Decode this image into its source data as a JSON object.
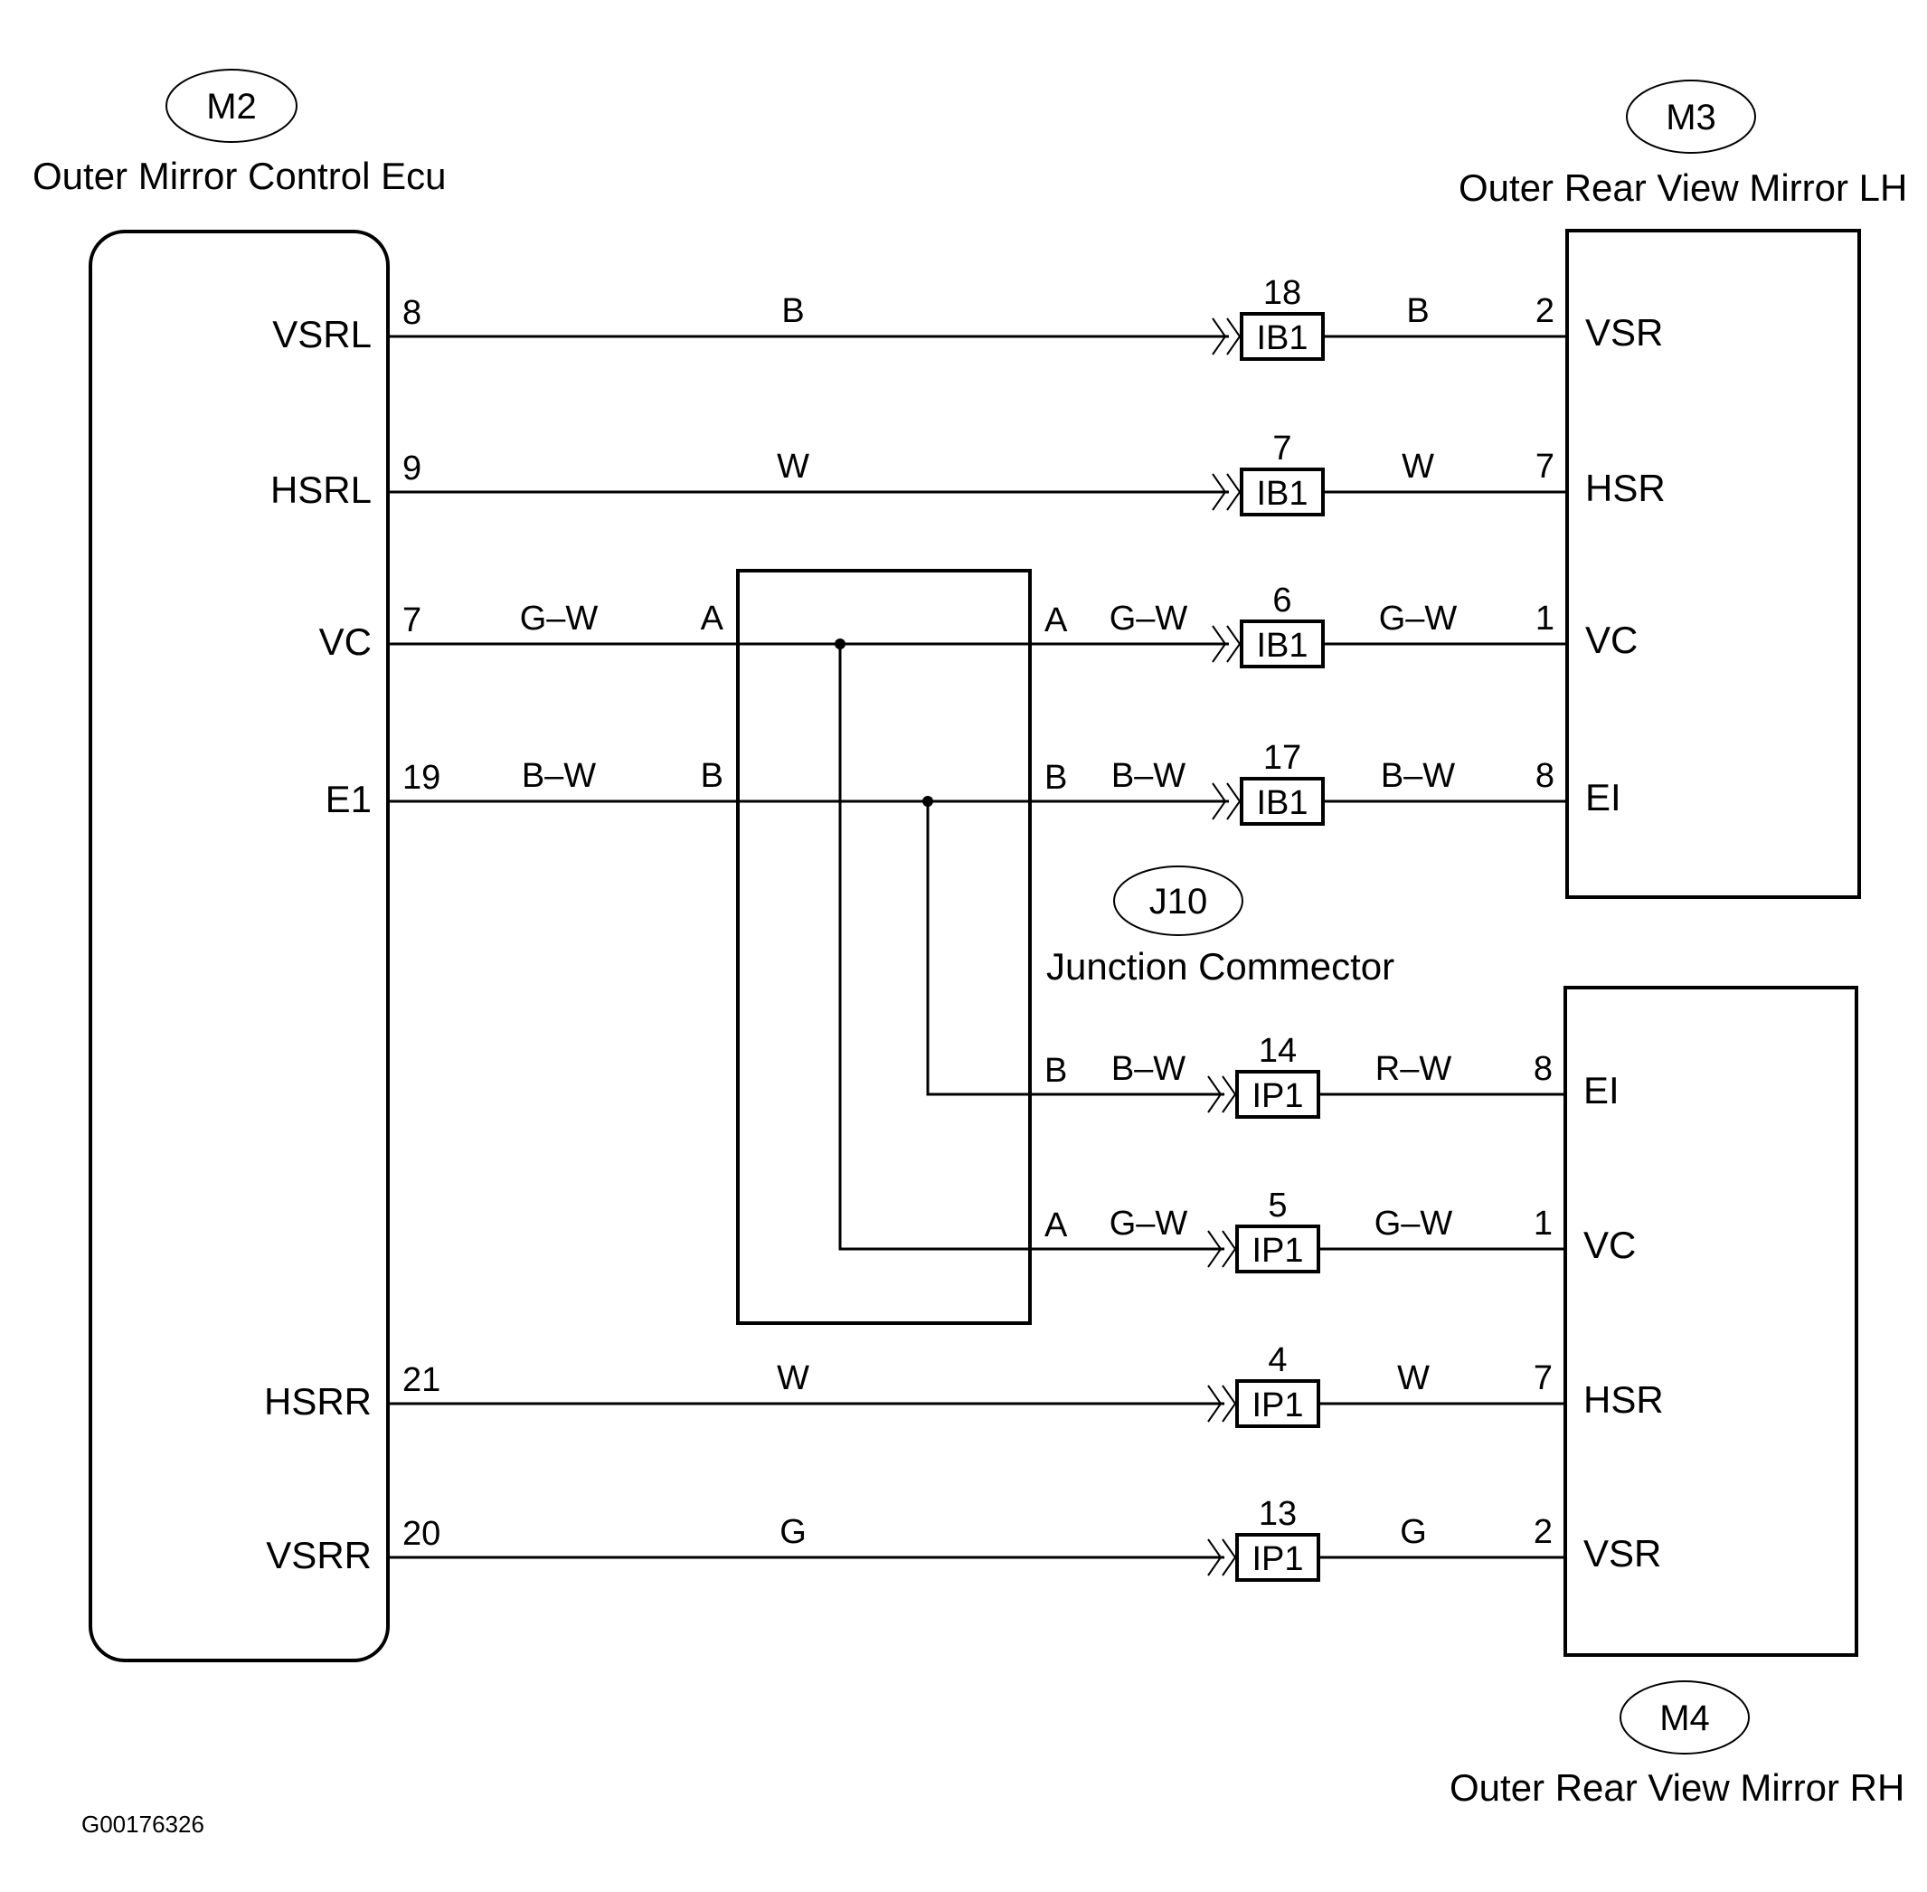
{
  "components": {
    "m2": {
      "code": "M2",
      "name": "Outer Mirror Control Ecu"
    },
    "m3": {
      "code": "M3",
      "name": "Outer Rear View Mirror LH"
    },
    "m4": {
      "code": "M4",
      "name": "Outer Rear View Mirror RH"
    },
    "j10": {
      "code": "J10",
      "name": "Junction Commector"
    }
  },
  "ecu_terminals": [
    {
      "name": "VSRL",
      "pin": "8"
    },
    {
      "name": "HSRL",
      "pin": "9"
    },
    {
      "name": "VC",
      "pin": "7"
    },
    {
      "name": "E1",
      "pin": "19"
    },
    {
      "name": "HSRR",
      "pin": "21"
    },
    {
      "name": "VSRR",
      "pin": "20"
    }
  ],
  "circuits": [
    {
      "id": "vsrl",
      "ecu_color": "B",
      "junction_in": "",
      "junction_out": "",
      "pre_color": "",
      "connector": "IB1",
      "connector_pin": "18",
      "post_color": "B",
      "mirror_pin": "2",
      "mirror_terminal": "VSR"
    },
    {
      "id": "hsrl",
      "ecu_color": "W",
      "junction_in": "",
      "junction_out": "",
      "pre_color": "",
      "connector": "IB1",
      "connector_pin": "7",
      "post_color": "W",
      "mirror_pin": "7",
      "mirror_terminal": "HSR"
    },
    {
      "id": "vc-lh",
      "ecu_color": "G–W",
      "junction_in": "A",
      "junction_out": "A",
      "pre_color": "G–W",
      "connector": "IB1",
      "connector_pin": "6",
      "post_color": "G–W",
      "mirror_pin": "1",
      "mirror_terminal": "VC"
    },
    {
      "id": "e1-lh",
      "ecu_color": "B–W",
      "junction_in": "B",
      "junction_out": "B",
      "pre_color": "B–W",
      "connector": "IB1",
      "connector_pin": "17",
      "post_color": "B–W",
      "mirror_pin": "8",
      "mirror_terminal": "EI"
    },
    {
      "id": "e1-rh",
      "ecu_color": "",
      "junction_in": "",
      "junction_out": "B",
      "pre_color": "B–W",
      "connector": "IP1",
      "connector_pin": "14",
      "post_color": "R–W",
      "mirror_pin": "8",
      "mirror_terminal": "EI"
    },
    {
      "id": "vc-rh",
      "ecu_color": "",
      "junction_in": "",
      "junction_out": "A",
      "pre_color": "G–W",
      "connector": "IP1",
      "connector_pin": "5",
      "post_color": "G–W",
      "mirror_pin": "1",
      "mirror_terminal": "VC"
    },
    {
      "id": "hsrr",
      "ecu_color": "W",
      "junction_in": "",
      "junction_out": "",
      "pre_color": "",
      "connector": "IP1",
      "connector_pin": "4",
      "post_color": "W",
      "mirror_pin": "7",
      "mirror_terminal": "HSR"
    },
    {
      "id": "vsrr",
      "ecu_color": "G",
      "junction_in": "",
      "junction_out": "",
      "pre_color": "",
      "connector": "IP1",
      "connector_pin": "13",
      "post_color": "G",
      "mirror_pin": "2",
      "mirror_terminal": "VSR"
    }
  ],
  "figure_id": "G00176326"
}
